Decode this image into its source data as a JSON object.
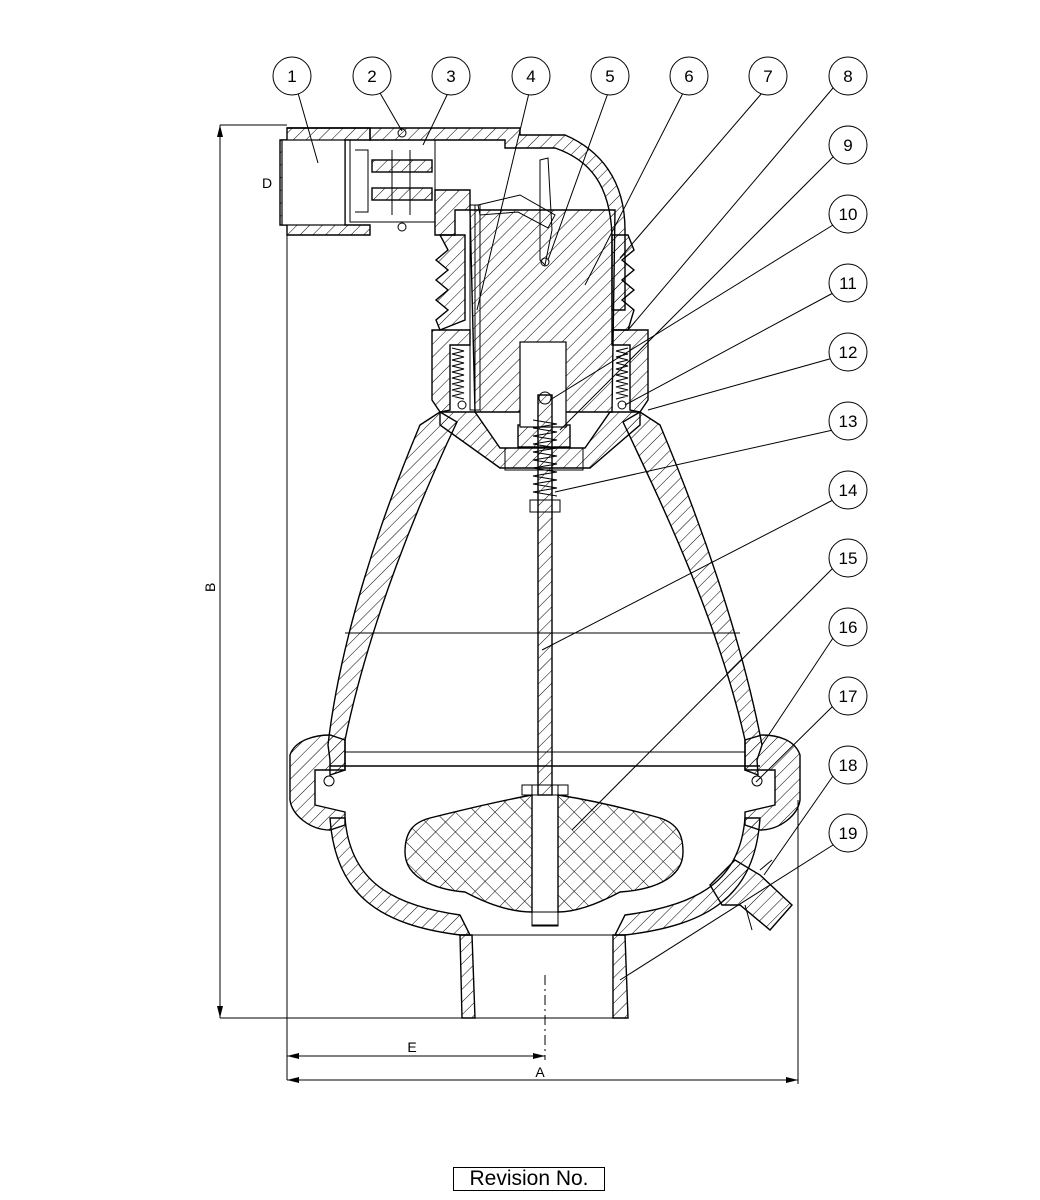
{
  "balloons": [
    "1",
    "2",
    "3",
    "4",
    "5",
    "6",
    "7",
    "8",
    "9",
    "10",
    "11",
    "12",
    "13",
    "14",
    "15",
    "16",
    "17",
    "18",
    "19"
  ],
  "dimensions": {
    "a": "A",
    "b": "B",
    "d": "D",
    "e": "E"
  },
  "title_block": {
    "revision_label": "Revision No."
  }
}
